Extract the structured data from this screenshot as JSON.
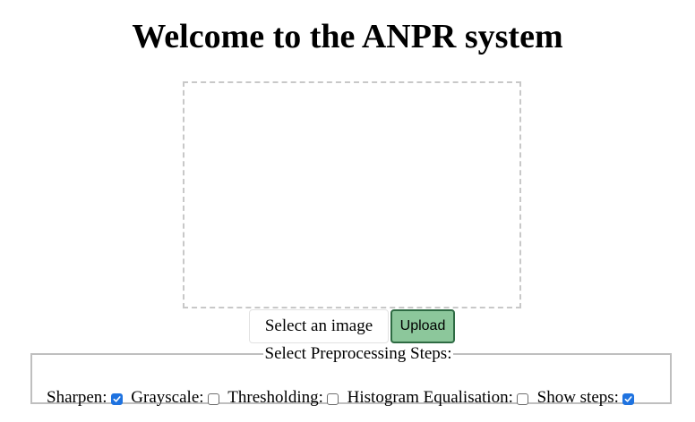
{
  "page": {
    "title": "Welcome to the ANPR system"
  },
  "upload": {
    "select_label": "Select an image",
    "upload_label": "Upload"
  },
  "preprocessing": {
    "legend": "Select Preprocessing Steps:",
    "options": [
      {
        "label": "Sharpen:",
        "checked": true
      },
      {
        "label": "Grayscale:",
        "checked": false
      },
      {
        "label": "Thresholding:",
        "checked": false
      },
      {
        "label": "Histogram Equalisation:",
        "checked": false
      },
      {
        "label": "Show steps:",
        "checked": true
      }
    ]
  },
  "colors": {
    "upload_bg": "#8cc79b",
    "upload_border": "#2e6b43",
    "checkbox_checked": "#1f73e0"
  }
}
